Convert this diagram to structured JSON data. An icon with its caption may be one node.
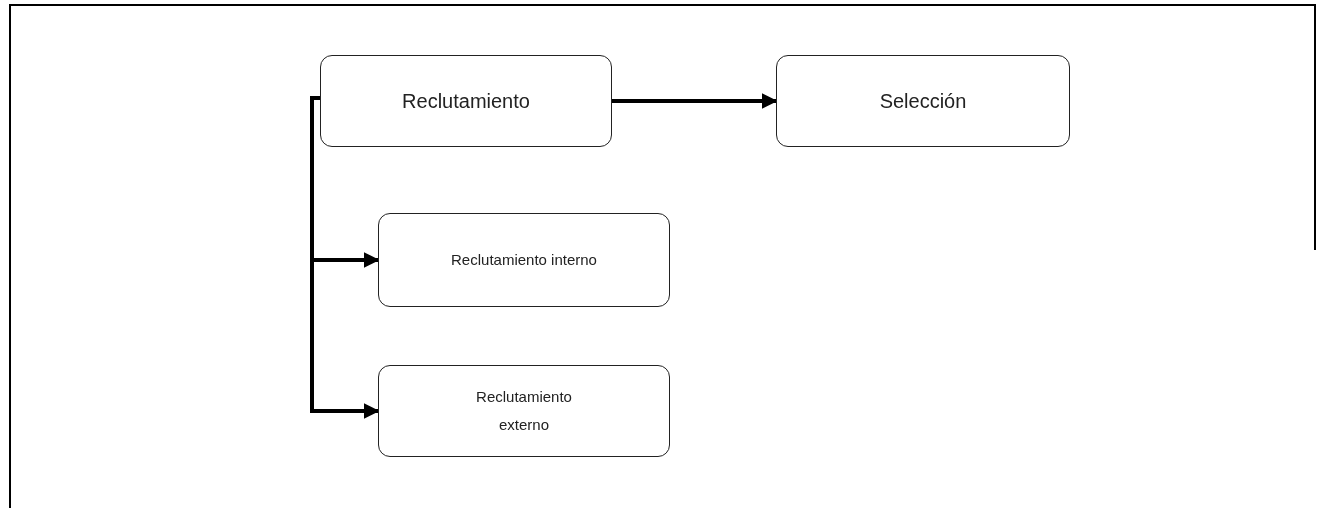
{
  "diagram": {
    "nodes": [
      {
        "text": [
          "Reclutamiento"
        ]
      },
      {
        "text": [
          "Selección"
        ]
      },
      {
        "text": [
          "Reclutamiento interno"
        ]
      },
      {
        "text": [
          "Reclutamiento externo"
        ]
      }
    ],
    "edges": [
      {
        "from": 0,
        "to": 1,
        "arrow": "to"
      },
      {
        "from": 0,
        "to": 2,
        "arrow": "to"
      },
      {
        "from": 0,
        "to": 3,
        "arrow": "to"
      }
    ]
  }
}
